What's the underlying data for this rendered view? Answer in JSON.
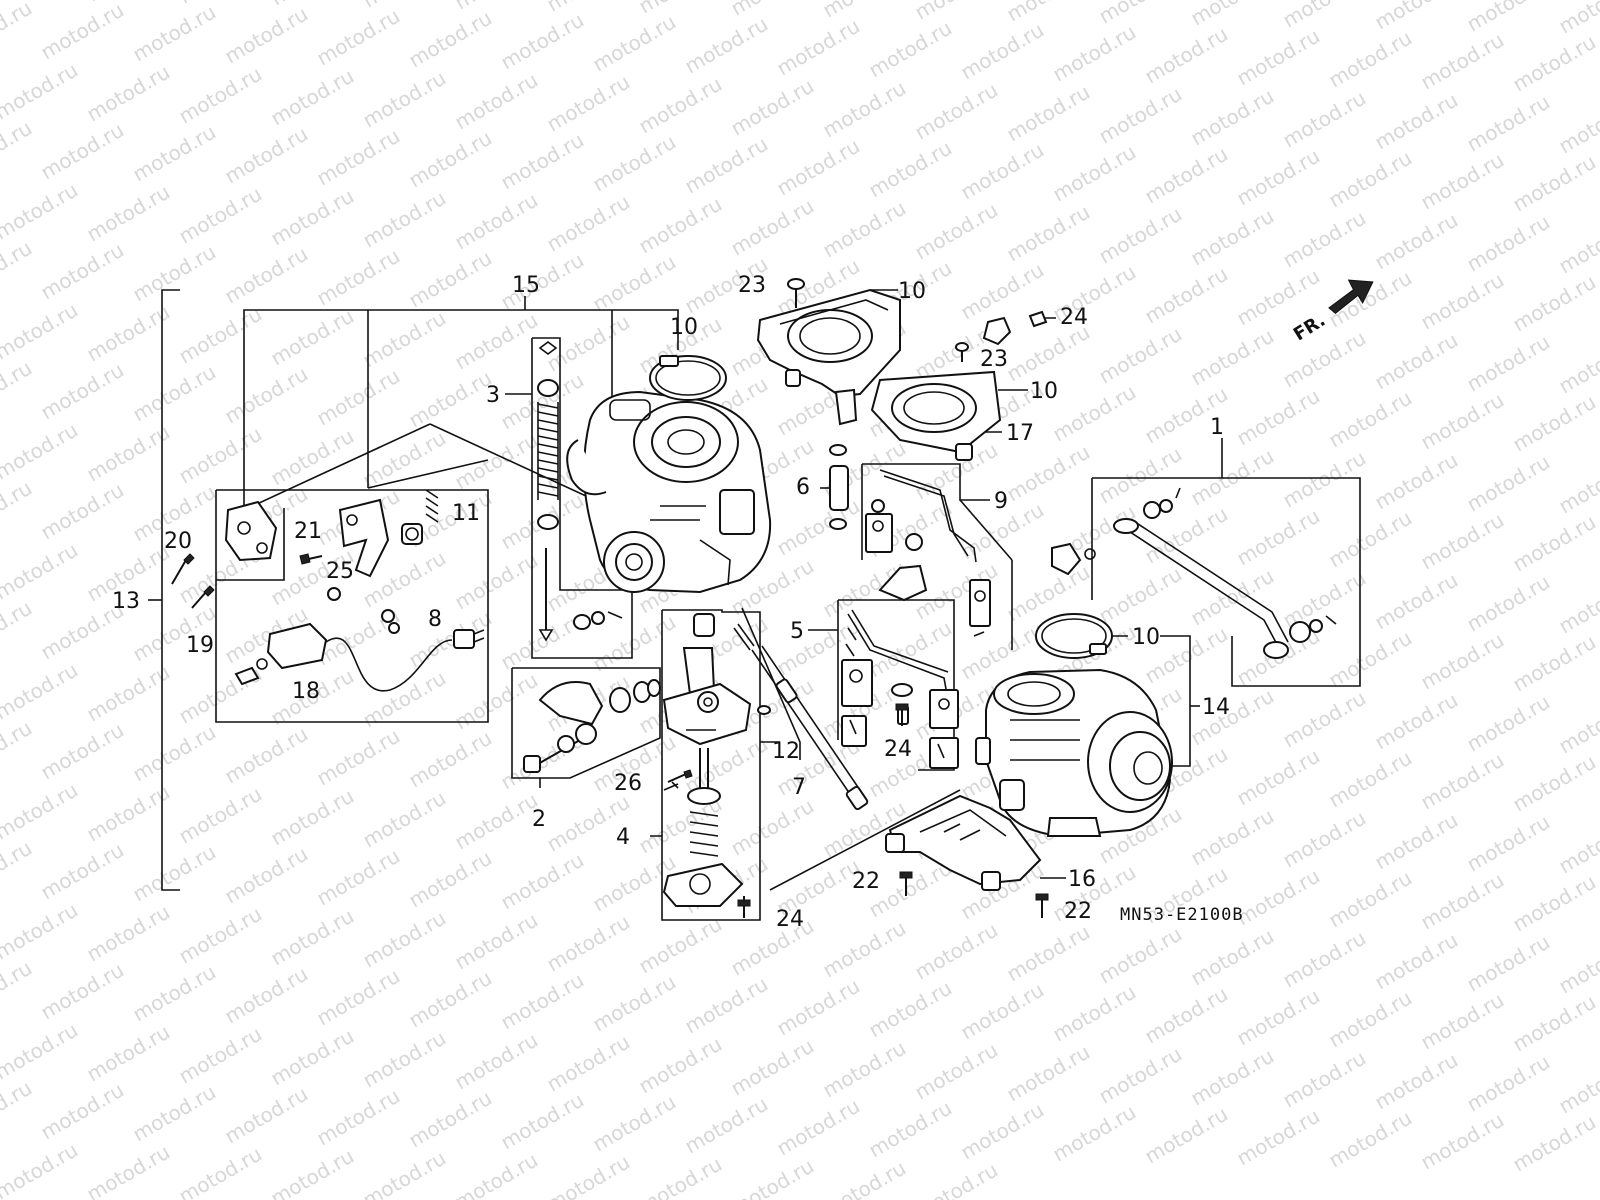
{
  "watermark": {
    "text": "motod.ru"
  },
  "diagram_code": "MN53-E2100B",
  "front_arrow_label": "FR.",
  "callouts": {
    "c1": "1",
    "c2": "2",
    "c3": "3",
    "c4": "4",
    "c5": "5",
    "c6": "6",
    "c7": "7",
    "c8": "8",
    "c9": "9",
    "c10a": "10",
    "c10b": "10",
    "c10c": "10",
    "c10d": "10",
    "c11": "11",
    "c12": "12",
    "c13": "13",
    "c14": "14",
    "c15": "15",
    "c16": "16",
    "c17": "17",
    "c18": "18",
    "c19": "19",
    "c20": "20",
    "c21": "21",
    "c22a": "22",
    "c22b": "22",
    "c23a": "23",
    "c23b": "23",
    "c24a": "24",
    "c24b": "24",
    "c24c": "24",
    "c25": "25",
    "c26": "26"
  }
}
